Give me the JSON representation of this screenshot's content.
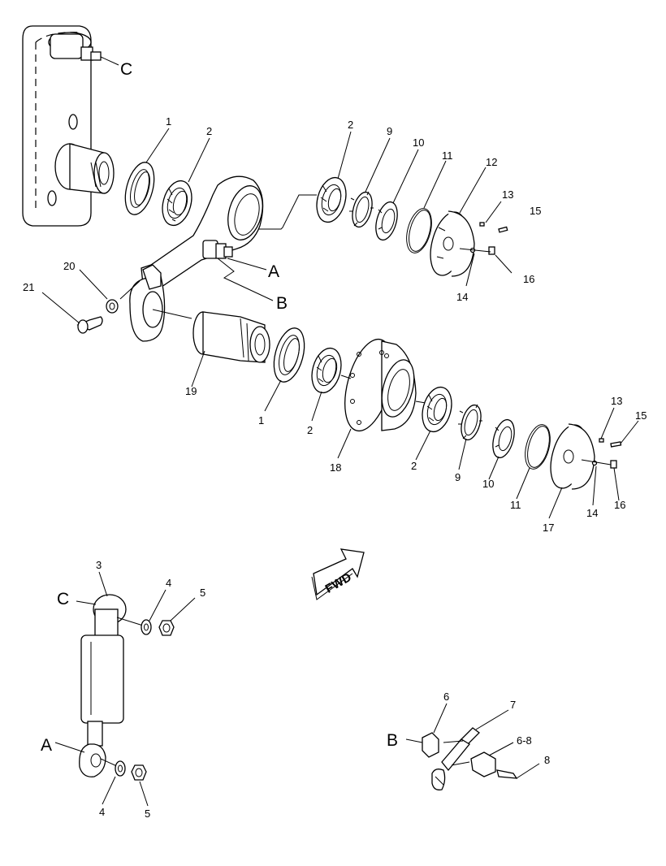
{
  "callouts": {
    "c1": "1",
    "c2": "2",
    "c2b": "2",
    "c9": "9",
    "c10": "10",
    "c11": "11",
    "c12": "12",
    "c13": "13",
    "c15": "15",
    "c14": "14",
    "c16": "16",
    "c20": "20",
    "c21": "21",
    "c19": "19",
    "c1b": "1",
    "c2c": "2",
    "c18": "18",
    "c2d": "2",
    "c9b": "9",
    "c10b": "10",
    "c11b": "11",
    "c17": "17",
    "c13b": "13",
    "c15b": "15",
    "c14b": "14",
    "c16b": "16",
    "c3": "3",
    "c4": "4",
    "c5": "5",
    "c4b": "4",
    "c5b": "5",
    "c6": "6",
    "c7": "7",
    "c68": "6-8",
    "c8": "8"
  },
  "refs": {
    "C": "C",
    "A": "A",
    "B": "B",
    "C2": "C",
    "A2": "A",
    "B2": "B"
  },
  "arrow": {
    "label": "FWD"
  }
}
